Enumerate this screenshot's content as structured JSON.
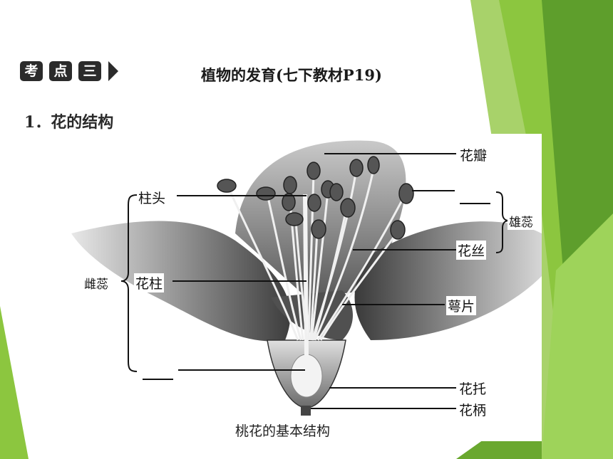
{
  "header": {
    "badge": [
      "考",
      "点",
      "三"
    ],
    "title": "植物的发育(七下教材P19)"
  },
  "section": {
    "title": "1．花的结构"
  },
  "diagram": {
    "labels": {
      "petal": "花瓣",
      "stigma": "柱头",
      "stamen": "雄蕊",
      "filament": "花丝",
      "pistil": "雌蕊",
      "style": "花柱",
      "sepal": "萼片",
      "receptacle": "花托",
      "pedicel": "花柄"
    },
    "blanks": [
      "anther-blank",
      "ovary-blank"
    ],
    "caption": "桃花的基本结构"
  },
  "colors": {
    "green_dark": "#5e9e2c",
    "green_mid": "#8cc63f",
    "green_light": "#b5d97a",
    "badge": "#2b2b2b"
  }
}
